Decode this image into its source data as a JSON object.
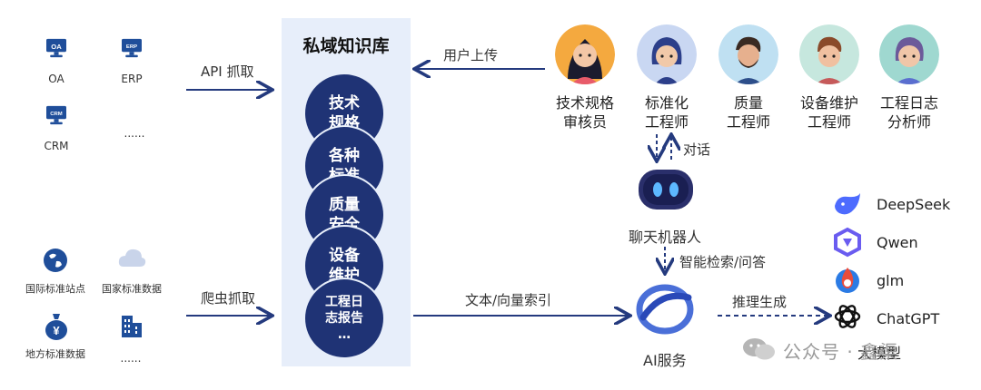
{
  "sources_top": {
    "items": [
      {
        "label": "OA",
        "icon": "OA"
      },
      {
        "label": "ERP",
        "icon": "ERP"
      },
      {
        "label": "CRM",
        "icon": "CRM"
      }
    ],
    "ellipsis": "......"
  },
  "sources_bottom": {
    "items": [
      {
        "label": "国际标准站点",
        "icon": "globe-icon"
      },
      {
        "label": "国家标准数据",
        "icon": "cloud-icon"
      },
      {
        "label": "地方标准数据",
        "icon": "money-bag-icon"
      }
    ],
    "building_icon": "building-icon",
    "ellipsis": "......"
  },
  "edges": {
    "api": "API 抓取",
    "crawler": "爬虫抓取",
    "user_upload": "用户上传",
    "text_index": "文本/向量索引",
    "dialog": "对话",
    "retrieval": "智能检索/问答",
    "generate": "推理生成"
  },
  "knowledge_base": {
    "title": "私域知识库",
    "items": [
      "技术\n规格",
      "各种\n标准",
      "质量\n安全",
      "设备\n维护",
      "工程日\n志报告\n…"
    ]
  },
  "roles": [
    {
      "label": "技术规格\n审核员",
      "color": "#f4a93f"
    },
    {
      "label": "标准化\n工程师",
      "color": "#c9d7f2"
    },
    {
      "label": "质量\n工程师",
      "color": "#bfe0f2"
    },
    {
      "label": "设备维护\n工程师",
      "color": "#c6e7de"
    },
    {
      "label": "工程日志\n分析师",
      "color": "#9fd8d0"
    }
  ],
  "chatbot": {
    "label": "聊天机器人",
    "icon": "robot-icon"
  },
  "ai_service": {
    "label": "AI服务",
    "icon": "ai-service-icon"
  },
  "models": {
    "items": [
      {
        "label": "DeepSeek",
        "icon": "deepseek-icon",
        "color": "#4d6bfe"
      },
      {
        "label": "Qwen",
        "icon": "qwen-icon",
        "color": "#6a5cf0"
      },
      {
        "label": "glm",
        "icon": "glm-icon",
        "color": "#e84c3d"
      },
      {
        "label": "ChatGPT",
        "icon": "chatgpt-icon",
        "color": "#111111"
      }
    ],
    "caption": "大模型"
  },
  "watermark": "公众号 · 鑫渠",
  "colors": {
    "navy": "#1f3375",
    "arrow": "#243a7e",
    "panel": "#e7eefa",
    "icon_blue": "#1f4e9a"
  }
}
